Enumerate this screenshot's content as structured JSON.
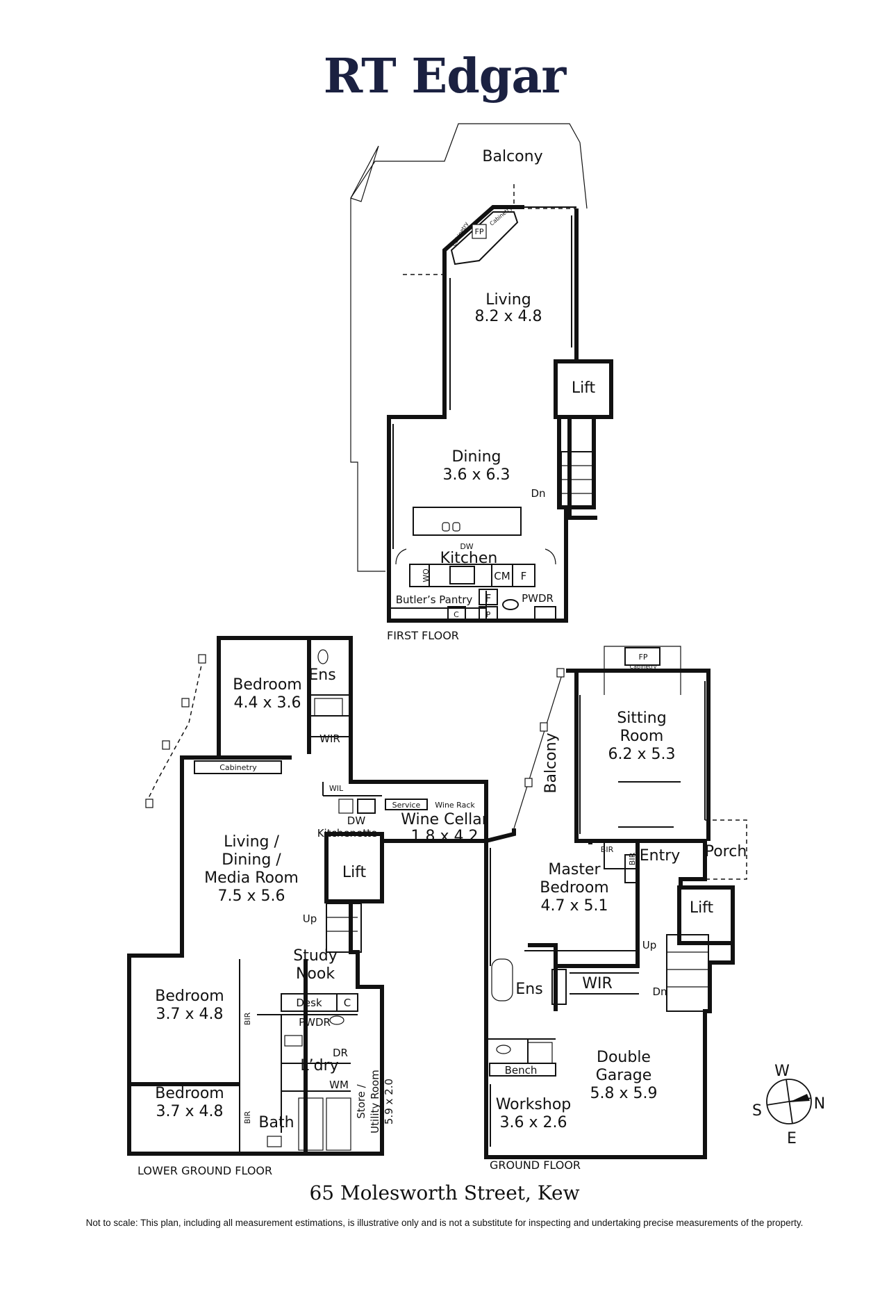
{
  "brand": "RT Edgar",
  "address": "65 Molesworth Street, Kew",
  "disclaimer": "Not to scale: This plan, including all measurement estimations, is illustrative only and is not a substitute for inspecting and undertaking precise measurements of the property.",
  "floors": {
    "first": "FIRST FLOOR",
    "lower": "LOWER GROUND FLOOR",
    "ground": "GROUND FLOOR"
  },
  "first_floor": {
    "balcony": "Balcony",
    "living": "Living",
    "living_dim": "8.2 x 4.8",
    "fp": "FP",
    "cabinetry_l": "Cabinetry",
    "cabinetry_r": "Cabinetry",
    "lift": "Lift",
    "dining": "Dining",
    "dining_dim": "3.6 x 6.3",
    "dn": "Dn",
    "dw": "DW",
    "kitchen": "Kitchen",
    "wo": "WO",
    "cm": "CM",
    "f1": "F",
    "butlers": "Butler’s Pantry",
    "f2": "F",
    "pwdr": "PWDR",
    "c": "C",
    "p": "P"
  },
  "lower_ground": {
    "bedroom1": "Bedroom",
    "bedroom1_dim": "4.4 x 3.6",
    "ens": "Ens",
    "wir": "WIR",
    "cabinetry": "Cabinetry",
    "wil": "WIL",
    "dw": "DW",
    "kitchenette": "Kitchenette",
    "service": "Service",
    "wine_rack": "Wine Rack",
    "wine_cellar": "Wine Cellar",
    "wine_cellar_dim": "1.8 x 4.2",
    "living1": "Living /",
    "living2": "Dining /",
    "living3": "Media Room",
    "living_dim": "7.5 x 5.6",
    "lift": "Lift",
    "up": "Up",
    "study1": "Study",
    "study2": "Nook",
    "desk": "Desk",
    "c": "C",
    "bedroom2": "Bedroom",
    "bedroom2_dim": "3.7 x 4.8",
    "bir1": "BIR",
    "pwdr": "PWDR",
    "dr": "DR",
    "ldry": "L’dry",
    "wm": "WM",
    "store1": "Store /",
    "store2": "Utility Room",
    "store_dim": "5.9 x 2.0",
    "bedroom3": "Bedroom",
    "bedroom3_dim": "3.7 x 4.8",
    "bir2": "BIR",
    "bath": "Bath"
  },
  "ground": {
    "fp": "FP",
    "cabinetry": "Cabinetry",
    "sitting1": "Sitting",
    "sitting2": "Room",
    "sitting_dim": "6.2 x 5.3",
    "balcony": "Balcony",
    "bir": "BIR",
    "bir2": "BIR",
    "entry": "Entry",
    "porch": "Porch",
    "master1": "Master",
    "master2": "Bedroom",
    "master_dim": "4.7 x 5.1",
    "lift": "Lift",
    "up": "Up",
    "dn": "Dn",
    "wir": "WIR",
    "ens": "Ens",
    "bench": "Bench",
    "garage1": "Double",
    "garage2": "Garage",
    "garage_dim": "5.8 x 5.9",
    "workshop": "Workshop",
    "workshop_dim": "3.6 x 2.6"
  },
  "compass": {
    "w": "W",
    "n": "N",
    "s": "S",
    "e": "E"
  }
}
